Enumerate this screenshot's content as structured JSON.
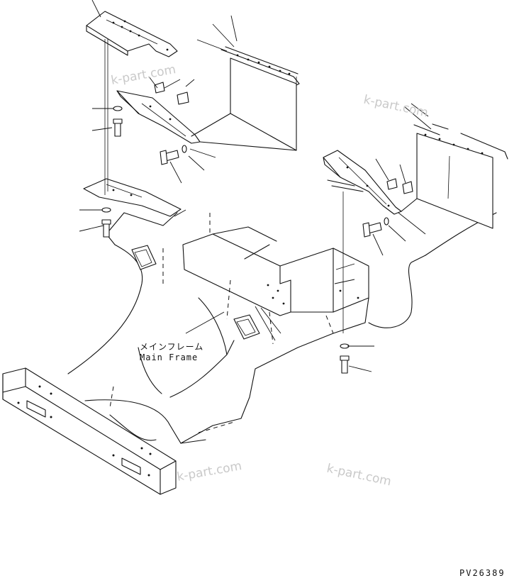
{
  "diagram": {
    "frame_label_jp": "メインフレーム",
    "frame_label_en": "Main Frame",
    "drawing_code": "PV26389",
    "watermark": "k-part.com"
  },
  "icons": {
    "left_step": "step-bracket-icon",
    "right_step": "step-bracket-icon",
    "mud_flap": "mud-flap-icon",
    "bolt": "bolt-icon",
    "washer": "washer-icon"
  }
}
